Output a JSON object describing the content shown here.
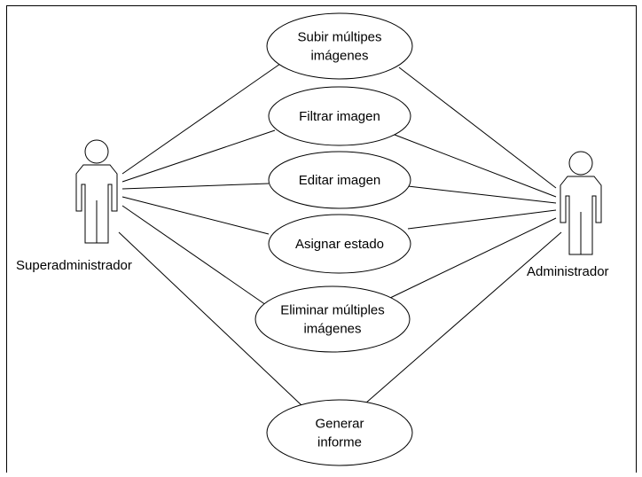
{
  "diagram": {
    "actors": [
      {
        "id": "super",
        "label": "Superadministrador"
      },
      {
        "id": "admin",
        "label": "Administrador"
      }
    ],
    "use_cases": [
      {
        "id": "uc1",
        "lines": [
          "Subir múltipes",
          "imágenes"
        ]
      },
      {
        "id": "uc2",
        "lines": [
          "Filtrar imagen"
        ]
      },
      {
        "id": "uc3",
        "lines": [
          "Editar imagen"
        ]
      },
      {
        "id": "uc4",
        "lines": [
          "Asignar estado"
        ]
      },
      {
        "id": "uc5",
        "lines": [
          "Eliminar múltiples",
          "imágenes"
        ]
      },
      {
        "id": "uc6",
        "lines": [
          "Generar",
          "informe"
        ]
      }
    ],
    "associations": [
      {
        "from": "super",
        "to": "uc1"
      },
      {
        "from": "super",
        "to": "uc2"
      },
      {
        "from": "super",
        "to": "uc3"
      },
      {
        "from": "super",
        "to": "uc4"
      },
      {
        "from": "super",
        "to": "uc5"
      },
      {
        "from": "super",
        "to": "uc6"
      },
      {
        "from": "admin",
        "to": "uc1"
      },
      {
        "from": "admin",
        "to": "uc2"
      },
      {
        "from": "admin",
        "to": "uc3"
      },
      {
        "from": "admin",
        "to": "uc4"
      },
      {
        "from": "admin",
        "to": "uc5"
      },
      {
        "from": "admin",
        "to": "uc6"
      }
    ]
  }
}
